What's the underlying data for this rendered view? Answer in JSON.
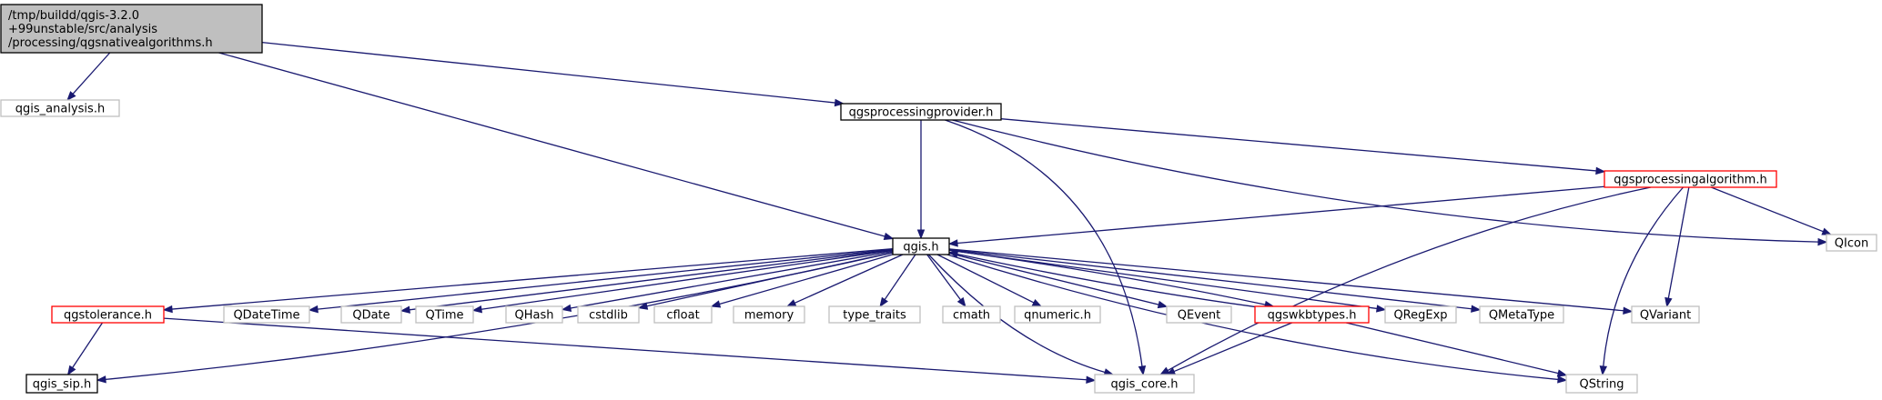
{
  "colors": {
    "edge": "#191970",
    "border_focus": "#000000",
    "fill_focus": "#bfbfbf",
    "border_documented": "#000000",
    "border_partial": "#ff0000",
    "border_external": "#bfbfbf",
    "fill_default": "#ffffff"
  },
  "nodes": [
    {
      "id": "root",
      "lines": [
        "/tmp/buildd/qgis-3.2.0",
        "+99unstable/src/analysis",
        "/processing/qgsnativealgorithms.h"
      ],
      "kind": "focus"
    },
    {
      "id": "qgis_analysis",
      "lines": [
        "qgis_analysis.h"
      ],
      "kind": "external"
    },
    {
      "id": "qgsprocessingprovider",
      "lines": [
        "qgsprocessingprovider.h"
      ],
      "kind": "documented"
    },
    {
      "id": "qgsprocessingalgorithm",
      "lines": [
        "qgsprocessingalgorithm.h"
      ],
      "kind": "partial"
    },
    {
      "id": "qicon",
      "lines": [
        "QIcon"
      ],
      "kind": "external"
    },
    {
      "id": "qgis",
      "lines": [
        "qgis.h"
      ],
      "kind": "documented"
    },
    {
      "id": "qgstolerance",
      "lines": [
        "qgstolerance.h"
      ],
      "kind": "partial"
    },
    {
      "id": "qdatetime",
      "lines": [
        "QDateTime"
      ],
      "kind": "external"
    },
    {
      "id": "qdate",
      "lines": [
        "QDate"
      ],
      "kind": "external"
    },
    {
      "id": "qtime",
      "lines": [
        "QTime"
      ],
      "kind": "external"
    },
    {
      "id": "qhash",
      "lines": [
        "QHash"
      ],
      "kind": "external"
    },
    {
      "id": "cstdlib",
      "lines": [
        "cstdlib"
      ],
      "kind": "external"
    },
    {
      "id": "cfloat",
      "lines": [
        "cfloat"
      ],
      "kind": "external"
    },
    {
      "id": "memory",
      "lines": [
        "memory"
      ],
      "kind": "external"
    },
    {
      "id": "type_traits",
      "lines": [
        "type_traits"
      ],
      "kind": "external"
    },
    {
      "id": "cmath",
      "lines": [
        "cmath"
      ],
      "kind": "external"
    },
    {
      "id": "qnumeric",
      "lines": [
        "qnumeric.h"
      ],
      "kind": "external"
    },
    {
      "id": "qevent",
      "lines": [
        "QEvent"
      ],
      "kind": "external"
    },
    {
      "id": "qgswkbtypes",
      "lines": [
        "qgswkbtypes.h"
      ],
      "kind": "partial"
    },
    {
      "id": "qregexp",
      "lines": [
        "QRegExp"
      ],
      "kind": "external"
    },
    {
      "id": "qmetatype",
      "lines": [
        "QMetaType"
      ],
      "kind": "external"
    },
    {
      "id": "qvariant",
      "lines": [
        "QVariant"
      ],
      "kind": "external"
    },
    {
      "id": "qgis_sip",
      "lines": [
        "qgis_sip.h"
      ],
      "kind": "documented"
    },
    {
      "id": "qgis_core",
      "lines": [
        "qgis_core.h"
      ],
      "kind": "external"
    },
    {
      "id": "qstring",
      "lines": [
        "QString"
      ],
      "kind": "external"
    }
  ],
  "edges": [
    [
      "root",
      "qgis_analysis"
    ],
    [
      "root",
      "qgsprocessingprovider"
    ],
    [
      "root",
      "qgis"
    ],
    [
      "qgsprocessingprovider",
      "qgis"
    ],
    [
      "qgsprocessingprovider",
      "qgsprocessingalgorithm"
    ],
    [
      "qgsprocessingprovider",
      "qicon"
    ],
    [
      "qgsprocessingprovider",
      "qgis_core"
    ],
    [
      "qgsprocessingalgorithm",
      "qgis"
    ],
    [
      "qgsprocessingalgorithm",
      "qicon"
    ],
    [
      "qgsprocessingalgorithm",
      "qvariant"
    ],
    [
      "qgsprocessingalgorithm",
      "qgis_core"
    ],
    [
      "qgsprocessingalgorithm",
      "qstring"
    ],
    [
      "qgis",
      "qgis_sip"
    ],
    [
      "qgis",
      "qgstolerance"
    ],
    [
      "qgis",
      "qdatetime"
    ],
    [
      "qgis",
      "qdate"
    ],
    [
      "qgis",
      "qtime"
    ],
    [
      "qgis",
      "qhash"
    ],
    [
      "qgis",
      "cstdlib"
    ],
    [
      "qgis",
      "cfloat"
    ],
    [
      "qgis",
      "memory"
    ],
    [
      "qgis",
      "type_traits"
    ],
    [
      "qgis",
      "cmath"
    ],
    [
      "qgis",
      "qnumeric"
    ],
    [
      "qgis",
      "qgis_core"
    ],
    [
      "qgis",
      "qevent"
    ],
    [
      "qgis",
      "qgswkbtypes"
    ],
    [
      "qgis",
      "qregexp"
    ],
    [
      "qgis",
      "qmetatype"
    ],
    [
      "qgis",
      "qvariant"
    ],
    [
      "qgis",
      "qstring"
    ],
    [
      "qgswkbtypes",
      "qgis"
    ],
    [
      "qgswkbtypes",
      "qgis_core"
    ],
    [
      "qgswkbtypes",
      "qstring"
    ],
    [
      "qgstolerance",
      "qgis_sip"
    ],
    [
      "qgstolerance",
      "qgis_core"
    ]
  ]
}
